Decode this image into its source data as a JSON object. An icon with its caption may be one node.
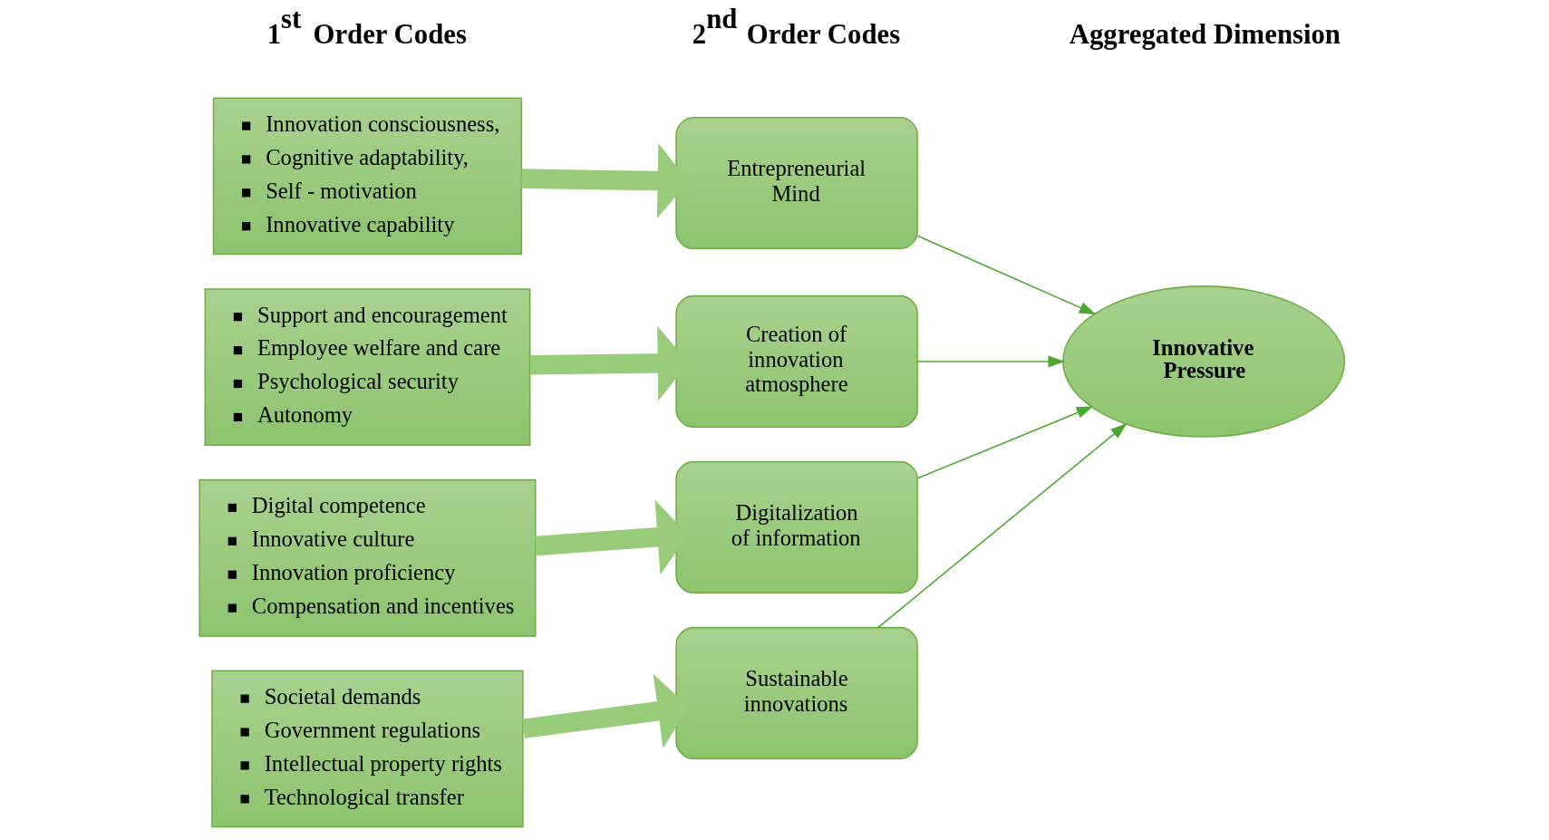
{
  "diagram": {
    "nodes": [
      {
        "text": [
          "Innovation consciousness,",
          "Cognitive adaptability,",
          "Self - motivation",
          "Innovative capability"
        ]
      },
      {
        "text": [
          "Support and encouragement",
          "Employee welfare and care",
          "Psychological security",
          "Autonomy"
        ]
      },
      {
        "text": [
          "Digital competence",
          "Innovative culture",
          "Innovation proficiency",
          "Compensation and incentives"
        ]
      },
      {
        "text": [
          "Societal demands",
          "Government regulations",
          "Intellectual property rights",
          "Technological transfer"
        ]
      },
      {
        "text": [
          "Entrepreneurial Mind"
        ]
      },
      {
        "text": [
          "Creation of innovation atmosphere"
        ]
      },
      {
        "text": [
          "Digitalization of information"
        ]
      },
      {
        "text": [
          "Sustainable innovations"
        ]
      },
      {
        "text": [
          "Innovative Pressure"
        ]
      }
    ],
    "edges": [
      {
        "from": 0,
        "to": 4,
        "arrow": "to",
        "style": "thick"
      },
      {
        "from": 1,
        "to": 5,
        "arrow": "to",
        "style": "thick"
      },
      {
        "from": 2,
        "to": 6,
        "arrow": "to",
        "style": "thick"
      },
      {
        "from": 3,
        "to": 7,
        "arrow": "to",
        "style": "thick"
      },
      {
        "from": 4,
        "to": 8,
        "arrow": "to"
      },
      {
        "from": 5,
        "to": 8,
        "arrow": "to"
      },
      {
        "from": 6,
        "to": 8,
        "arrow": "to"
      },
      {
        "from": 7,
        "to": 8,
        "arrow": "to"
      }
    ],
    "labels": [
      "1$^{st}$ Order Codes",
      "2$^{nd}$ Order Codes",
      "Aggregated Dimension"
    ]
  }
}
